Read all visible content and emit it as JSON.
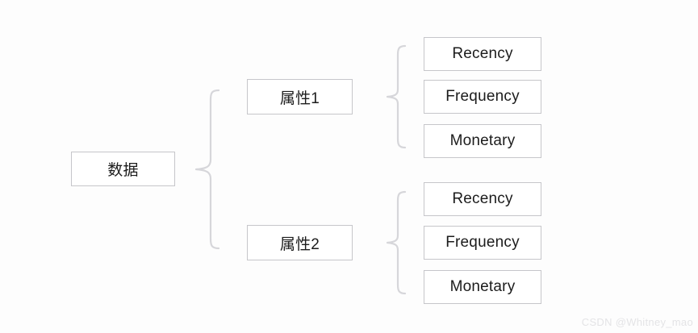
{
  "diagram": {
    "type": "tree",
    "background_color": "#fdfdfd",
    "box_border_color": "#c6c6ca",
    "brace_color": "#d6d6da",
    "text_color": "#1c1c1c",
    "root": {
      "label": "数据"
    },
    "branches": [
      {
        "label": "属性1",
        "leaves": [
          {
            "label": "Recency"
          },
          {
            "label": "Frequency"
          },
          {
            "label": "Monetary"
          }
        ]
      },
      {
        "label": "属性2",
        "leaves": [
          {
            "label": "Recency"
          },
          {
            "label": "Frequency"
          },
          {
            "label": "Monetary"
          }
        ]
      }
    ],
    "connectors": [
      {
        "name": "root-brace"
      },
      {
        "name": "branch-1-brace"
      },
      {
        "name": "branch-2-brace"
      }
    ]
  },
  "watermark": {
    "text": "CSDN @Whitney_mao",
    "color": "#e4e4e6"
  }
}
